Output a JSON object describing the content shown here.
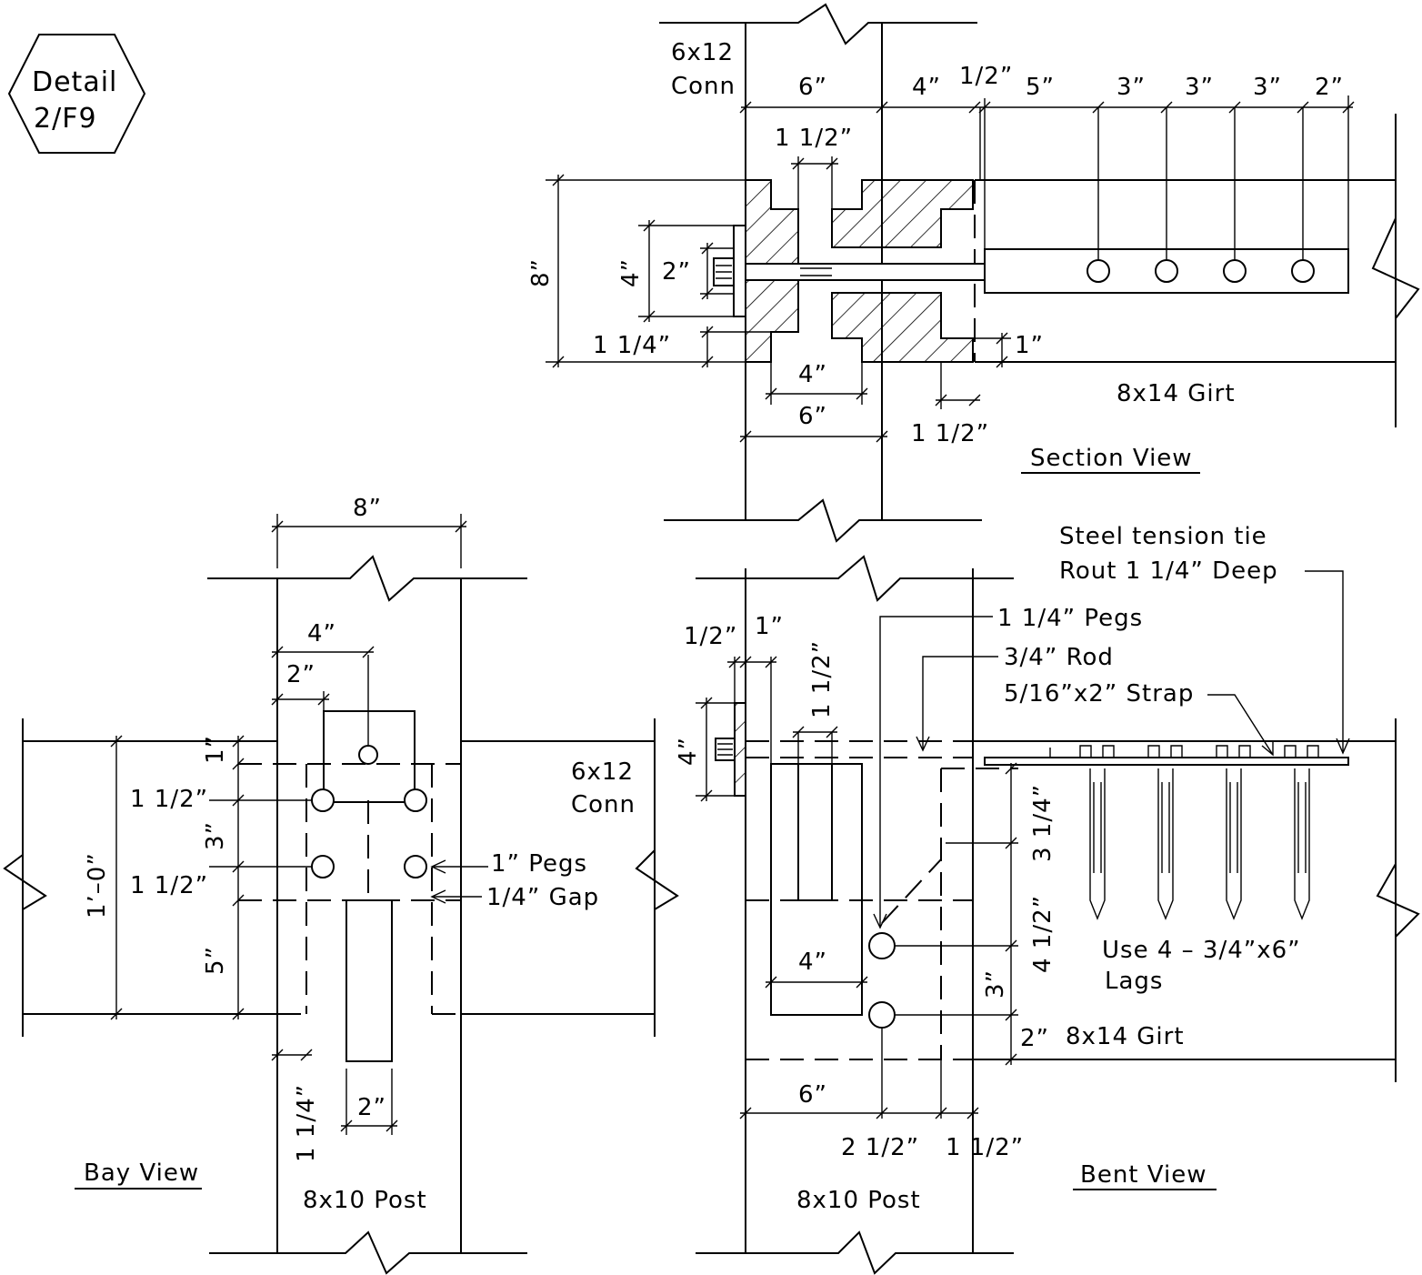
{
  "detail": {
    "tag_line1": "Detail",
    "tag_line2": "2/F9"
  },
  "views": {
    "section": "Section View",
    "bay": "Bay View",
    "bent": "Bent View"
  },
  "members": {
    "conn": {
      "line1": "6x12",
      "line2": "Conn"
    },
    "girt": "8x14 Girt",
    "post": "8x10 Post"
  },
  "notes": {
    "tie_line1": "Steel tension tie",
    "tie_line2": "Rout 1 1/4” Deep",
    "pegs_125": "1 1/4” Pegs",
    "rod": "3/4” Rod",
    "strap": "5/16”x2” Strap",
    "lags_line1": "Use 4 – 3/4”x6”",
    "lags_line2": "Lags",
    "pegs_1": "1” Pegs",
    "gap": "1/4” Gap"
  },
  "dims": {
    "section": {
      "w6_top": "6”",
      "w4_top": "4”",
      "w_half": "1/2”",
      "w5": "5”",
      "w3_a": "3”",
      "w3_b": "3”",
      "w3_c": "3”",
      "w2": "2”",
      "gap_1_5": "1 1/2”",
      "h8": "8”",
      "h4": "4”",
      "h2": "2”",
      "h1_25": "1 1/4”",
      "h1": "1”",
      "b4": "4”",
      "b6": "6”",
      "b1_5": "1 1/2”"
    },
    "bay": {
      "w8": "8”",
      "w4": "4”",
      "w2": "2”",
      "h12": "1’–0”",
      "v1": "1”",
      "v1_5a": "1 1/2”",
      "v3": "3”",
      "v1_5b": "1 1/2”",
      "v5": "5”",
      "b1_25": "1 1/4”",
      "b2": "2”"
    },
    "bent": {
      "t_half": "1/2”",
      "t1": "1”",
      "t1_5": "1 1/2”",
      "h4": "4”",
      "r3_25": "3 1/4”",
      "r4_5": "4 1/2”",
      "r3": "3”",
      "r2": "2”",
      "w4": "4”",
      "w6": "6”",
      "b2_5": "2 1/2”",
      "b1_5": "1 1/2”"
    }
  }
}
